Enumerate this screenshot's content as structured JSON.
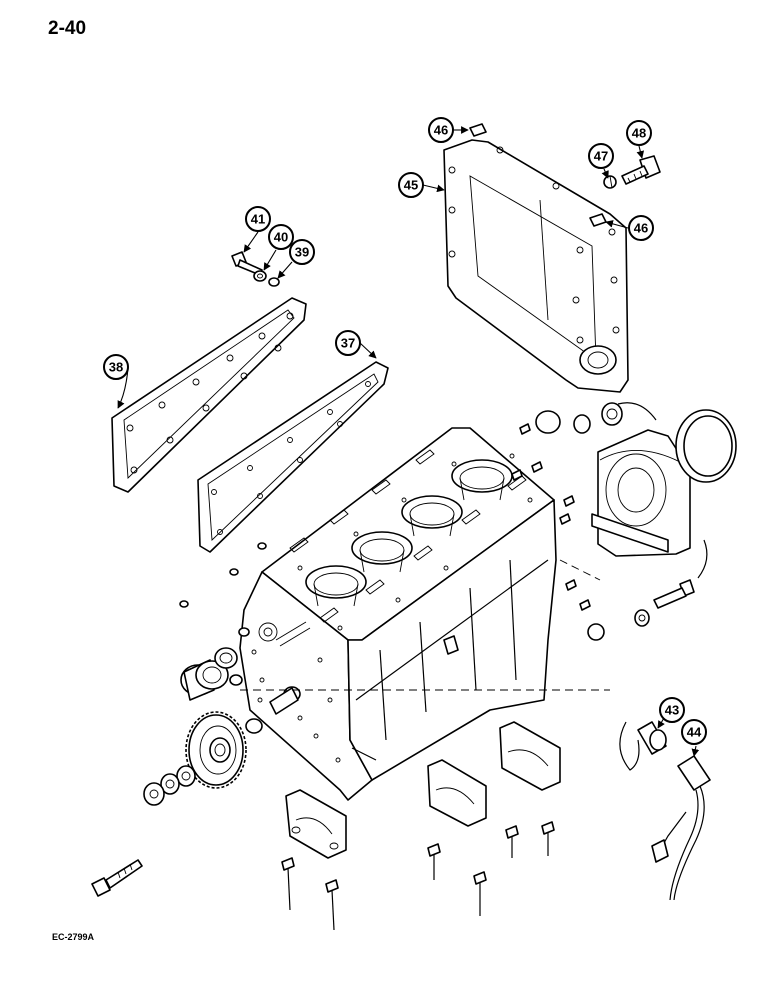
{
  "page": {
    "number": "2-40",
    "figure_code": "EC-2799A"
  },
  "callouts": {
    "c37": "37",
    "c38": "38",
    "c39": "39",
    "c40": "40",
    "c41": "41",
    "c43": "43",
    "c44": "44",
    "c45": "45",
    "c46a": "46",
    "c46b": "46",
    "c47": "47",
    "c48": "48"
  }
}
